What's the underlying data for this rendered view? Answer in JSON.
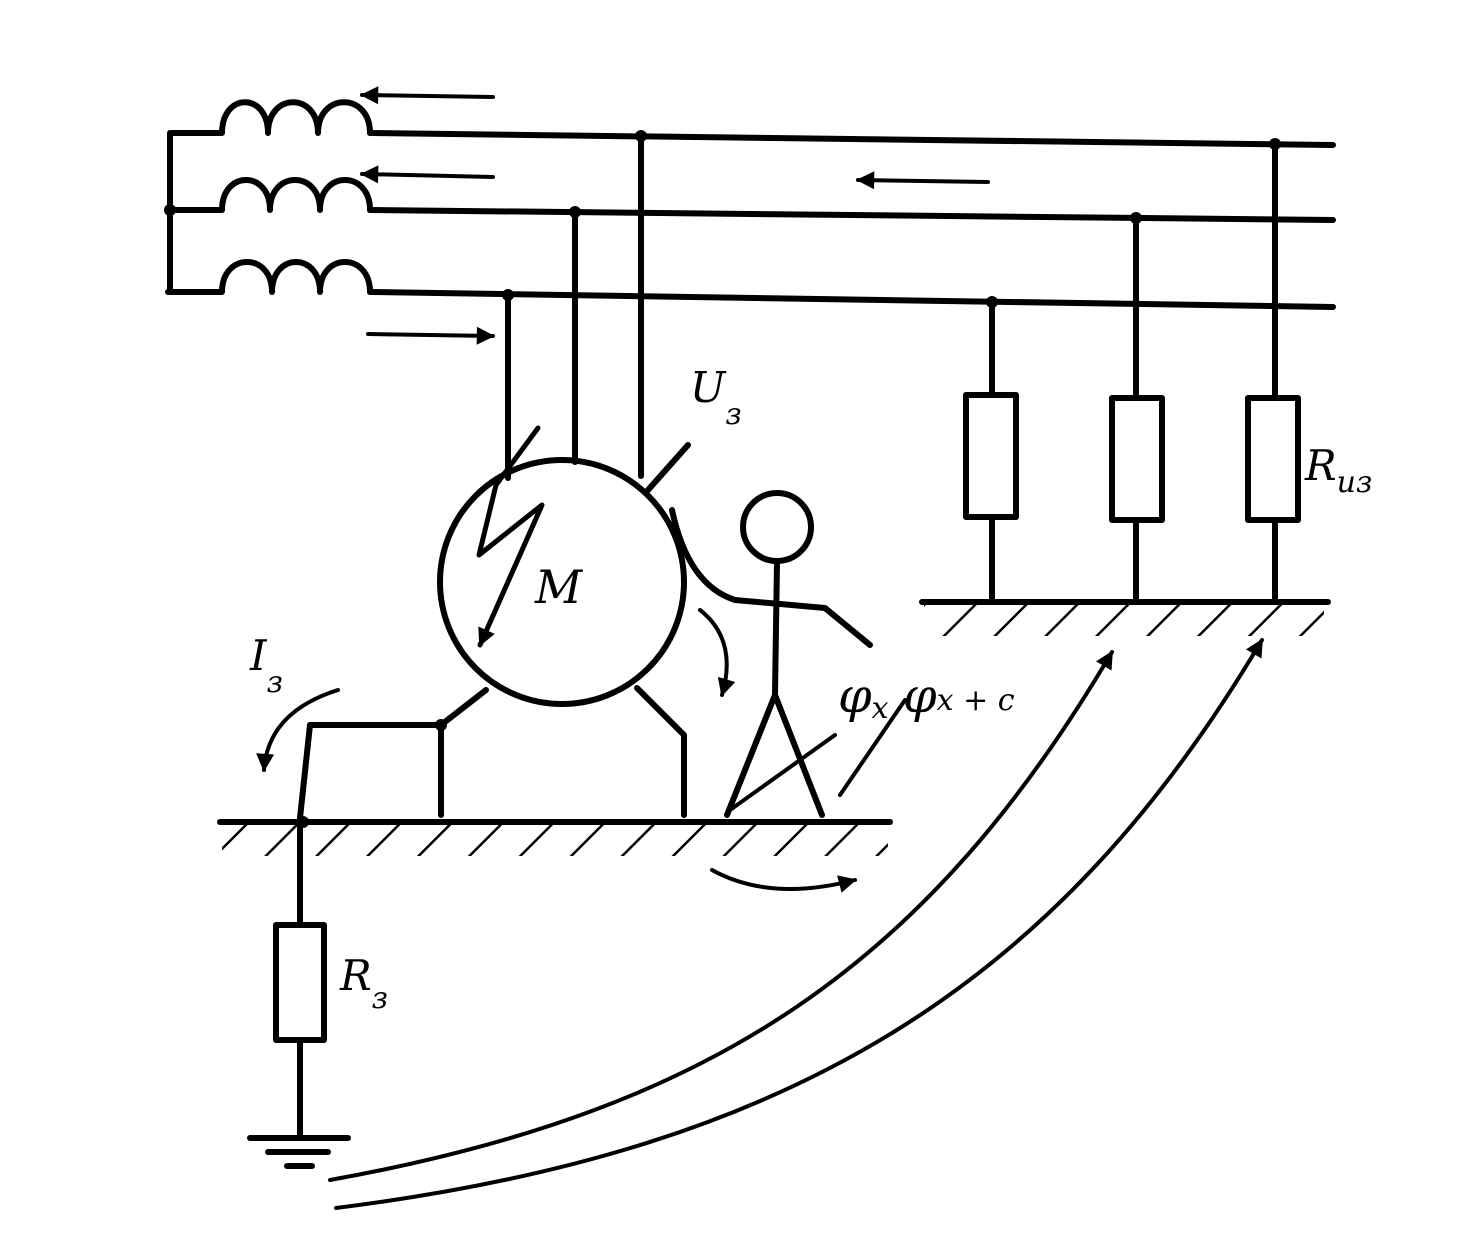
{
  "colors": {
    "ink": "#000000",
    "paper": "#ffffff"
  },
  "labels": {
    "motor": "M",
    "touch_voltage": {
      "main": "U",
      "sub": "з"
    },
    "fault_current": {
      "main": "I",
      "sub": "з"
    },
    "earth_resistance": {
      "main": "R",
      "sub": "з"
    },
    "insulation_resistance": {
      "main": "R",
      "sub": "из"
    },
    "potential_x": {
      "main": "φ",
      "sub": "x"
    },
    "potential_x_c": {
      "main": "φ",
      "sub": "x + c"
    }
  }
}
